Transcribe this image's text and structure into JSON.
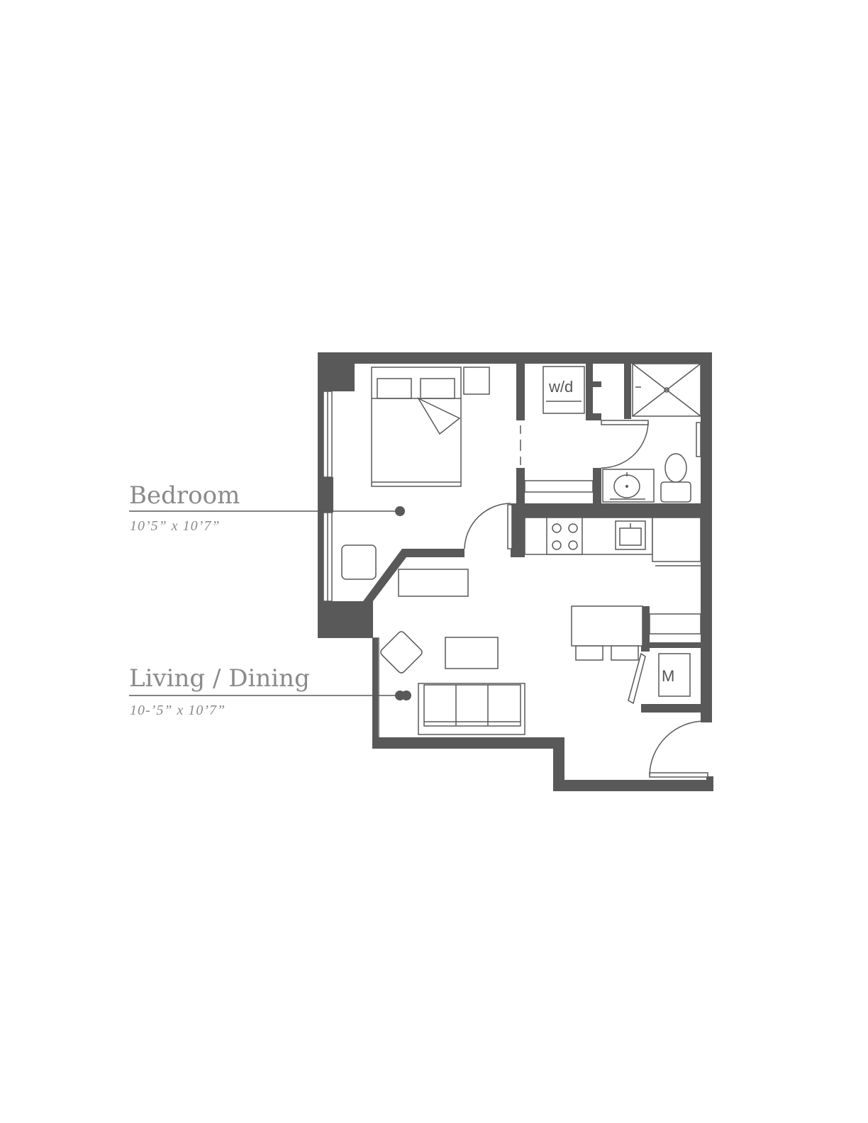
{
  "rooms": [
    {
      "name": "Bedroom",
      "dimensions": "10’5” x 10’7”"
    },
    {
      "name": "Living / Dining",
      "dimensions": "10-’5” x 10’7”"
    }
  ],
  "fixtures": {
    "washer_dryer": "w/d",
    "mechanical": "M"
  },
  "colors": {
    "wall": "#595959",
    "label": "#8a8a8a"
  }
}
